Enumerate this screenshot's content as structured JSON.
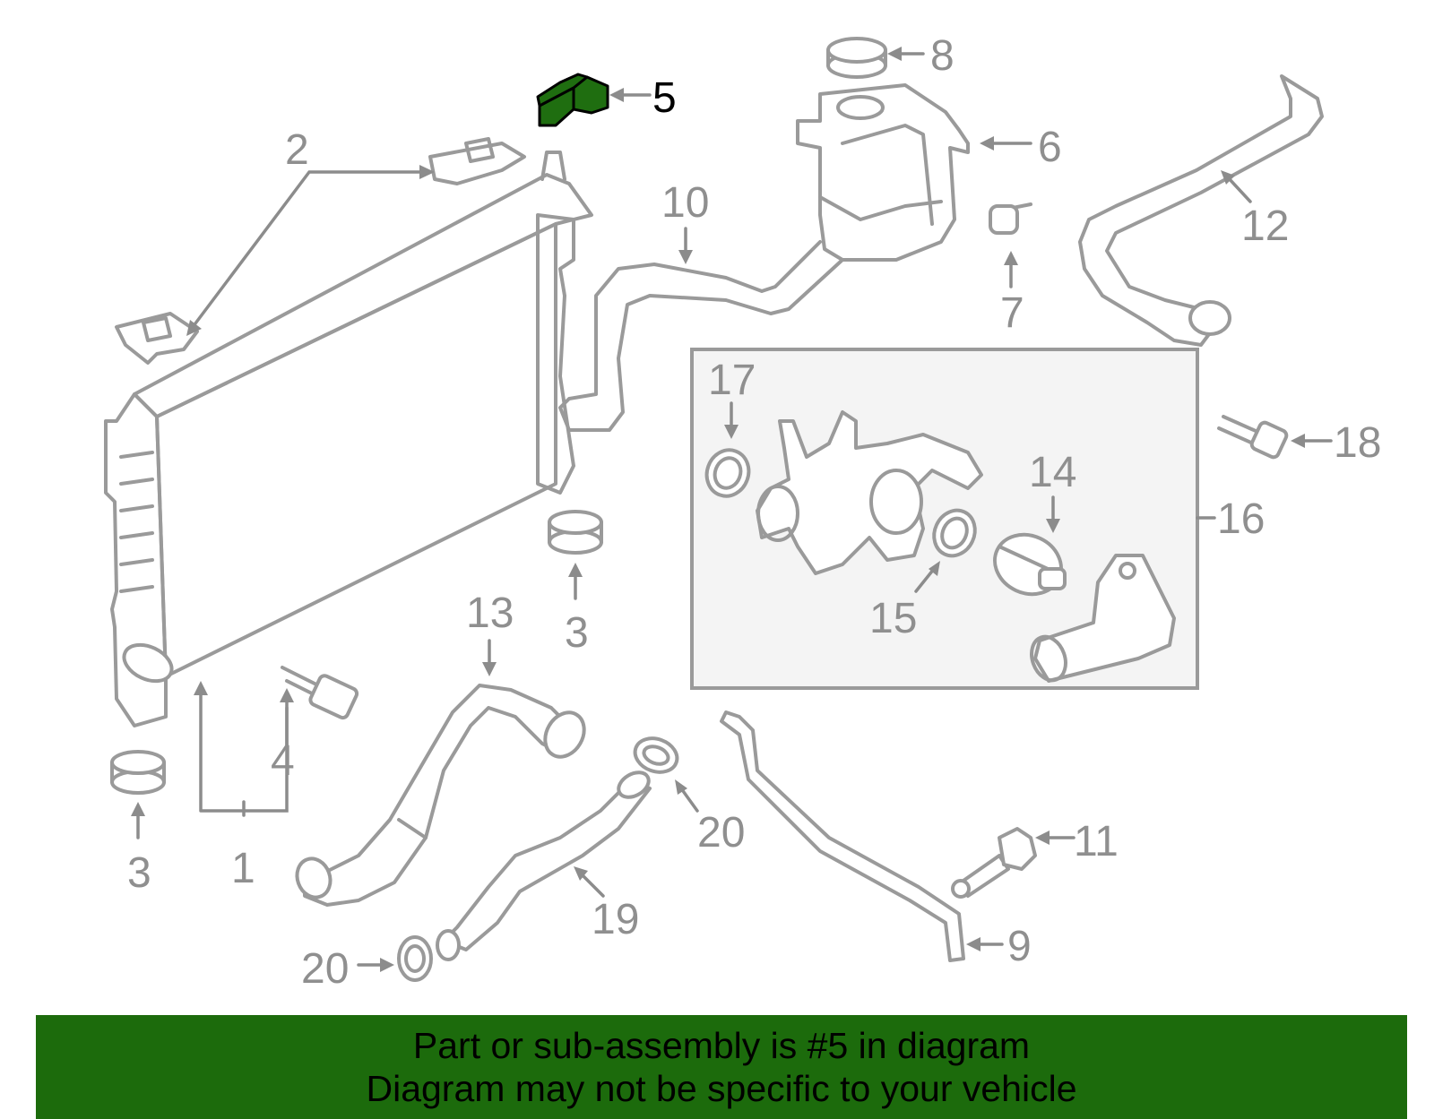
{
  "diagram": {
    "highlight": {
      "callout": "5",
      "color": "#1c6b0c"
    },
    "callouts": [
      {
        "id": "c1",
        "label": "1"
      },
      {
        "id": "c2",
        "label": "2"
      },
      {
        "id": "c3a",
        "label": "3"
      },
      {
        "id": "c3b",
        "label": "3"
      },
      {
        "id": "c4",
        "label": "4"
      },
      {
        "id": "c5",
        "label": "5"
      },
      {
        "id": "c6",
        "label": "6"
      },
      {
        "id": "c7",
        "label": "7"
      },
      {
        "id": "c8",
        "label": "8"
      },
      {
        "id": "c9",
        "label": "9"
      },
      {
        "id": "c10",
        "label": "10"
      },
      {
        "id": "c11",
        "label": "11"
      },
      {
        "id": "c12",
        "label": "12"
      },
      {
        "id": "c13",
        "label": "13"
      },
      {
        "id": "c14",
        "label": "14"
      },
      {
        "id": "c15",
        "label": "15"
      },
      {
        "id": "c16",
        "label": "16"
      },
      {
        "id": "c17",
        "label": "17"
      },
      {
        "id": "c18",
        "label": "18"
      },
      {
        "id": "c19",
        "label": "19"
      },
      {
        "id": "c20a",
        "label": "20"
      },
      {
        "id": "c20b",
        "label": "20"
      }
    ]
  },
  "footer": {
    "line1": "Part or sub-assembly is #5 in diagram",
    "line2": "Diagram may not be specific to your vehicle",
    "background": "#1c6b0c"
  }
}
